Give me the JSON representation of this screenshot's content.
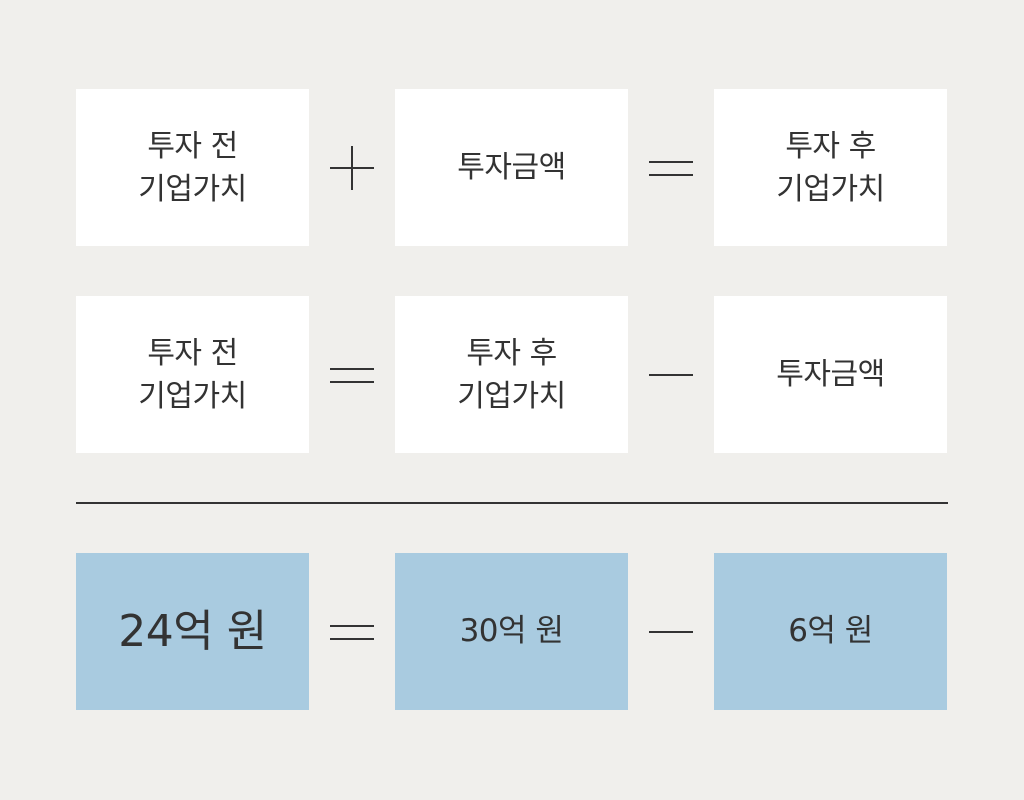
{
  "row1": {
    "box1": "투자 전\n기업가치",
    "op1": "+",
    "box2": "투자금액",
    "op2": "=",
    "box3": "투자 후\n기업가치"
  },
  "row2": {
    "box1": "투자 전\n기업가치",
    "op1": "=",
    "box2": "투자 후\n기업가치",
    "op2": "−",
    "box3": "투자금액"
  },
  "row3": {
    "box1": "24억 원",
    "op1": "=",
    "box2": "30억 원",
    "op2": "−",
    "box3": "6억 원"
  },
  "colors": {
    "background": "#f0efec",
    "box": "#ffffff",
    "highlight_box": "#a9cbe0",
    "text": "#333333"
  }
}
